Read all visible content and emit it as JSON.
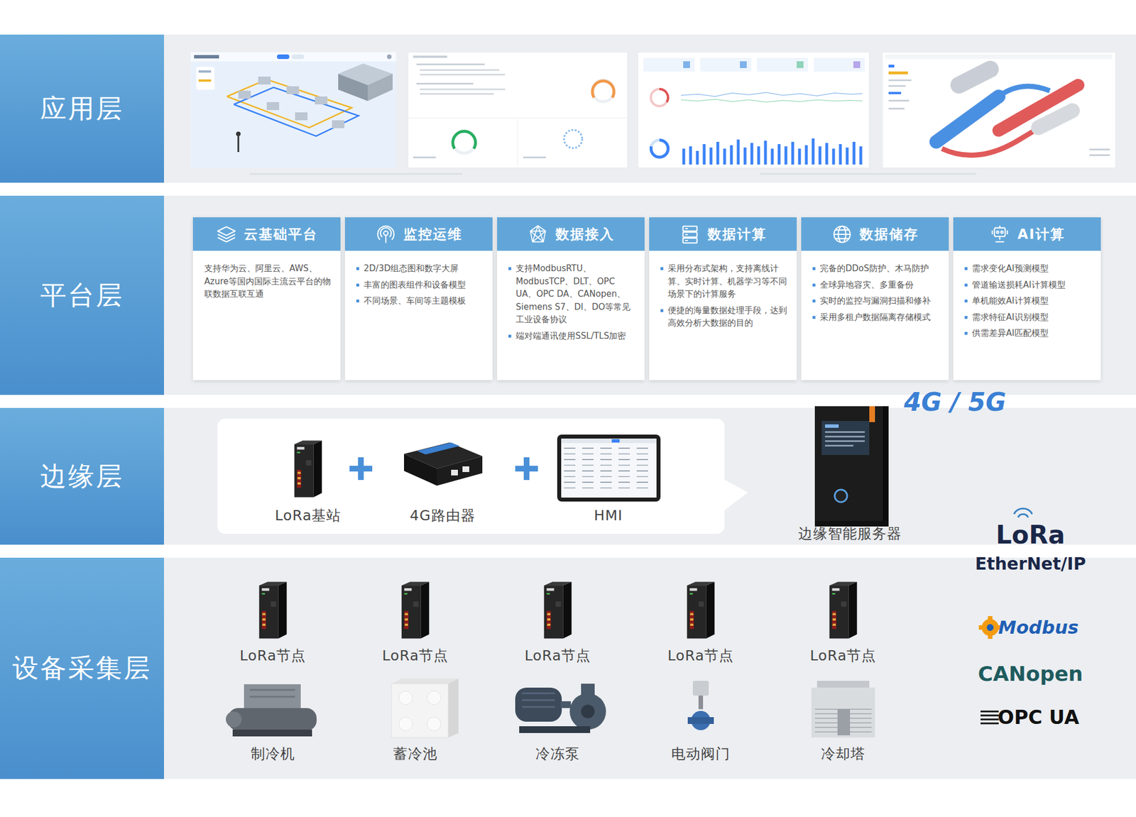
{
  "diagram": {
    "nodes": [
      {
        "text": [
          "应用层"
        ]
      },
      {
        "text": [
          "平台层"
        ]
      },
      {
        "text": [
          "云基础平台",
          "支持华为云、阿里云、AWS、Azure等国内国际主流云平台的物联数据互联互通"
        ],
        "in": 1
      },
      {
        "text": [
          "监控运维",
          "2D/3D组态图和数字大屏",
          "丰富的图表组件和设备模型",
          "不同场景、车间等主题模板"
        ],
        "in": 1
      },
      {
        "text": [
          "数据接入",
          "支持ModbusRTU、ModbusTCP、DLT、OPC UA、OPC DA、CANopen、Siemens S7、DI、DO等常见工业设备协议",
          "端对端通讯使用SSL/TLS加密"
        ],
        "in": 1
      },
      {
        "text": [
          "数据计算",
          "采用分布式架构，支持离线计算、实时计算、机器学习等不同场景下的计算服务",
          "便捷的海量数据处理手段，达到高效分析大数据的目的"
        ],
        "in": 1
      },
      {
        "text": [
          "数据储存",
          "完备的DDoS防护、木马防护",
          "全球异地容灾、多重备份",
          "实时的监控与漏洞扫描和修补",
          "采用多租户数据隔离存储模式"
        ],
        "in": 1
      },
      {
        "text": [
          "AI计算",
          "需求变化AI预测模型",
          "管道输送损耗AI计算模型",
          "单机能效AI计算模型",
          "需求特征AI识别模型",
          "供需差异AI匹配模型"
        ],
        "in": 1
      },
      {
        "text": [
          "边缘层"
        ]
      },
      {
        "text": [
          "LoRa基站",
          "4G路由器",
          "HMI"
        ],
        "in": 8
      },
      {
        "text": [
          "设备采集层"
        ]
      }
    ],
    "labels": [
      "4G / 5G",
      "边缘智能服务器",
      "LoRa",
      "EtherNet/IP",
      "Modbus",
      "CANopen",
      "OPC UA",
      "LoRa节点",
      "LoRa节点",
      "LoRa节点",
      "LoRa节点",
      "LoRa节点",
      "制冷机",
      "蓄冷池",
      "冷冻泵",
      "电动阀门",
      "冷却塔"
    ]
  }
}
